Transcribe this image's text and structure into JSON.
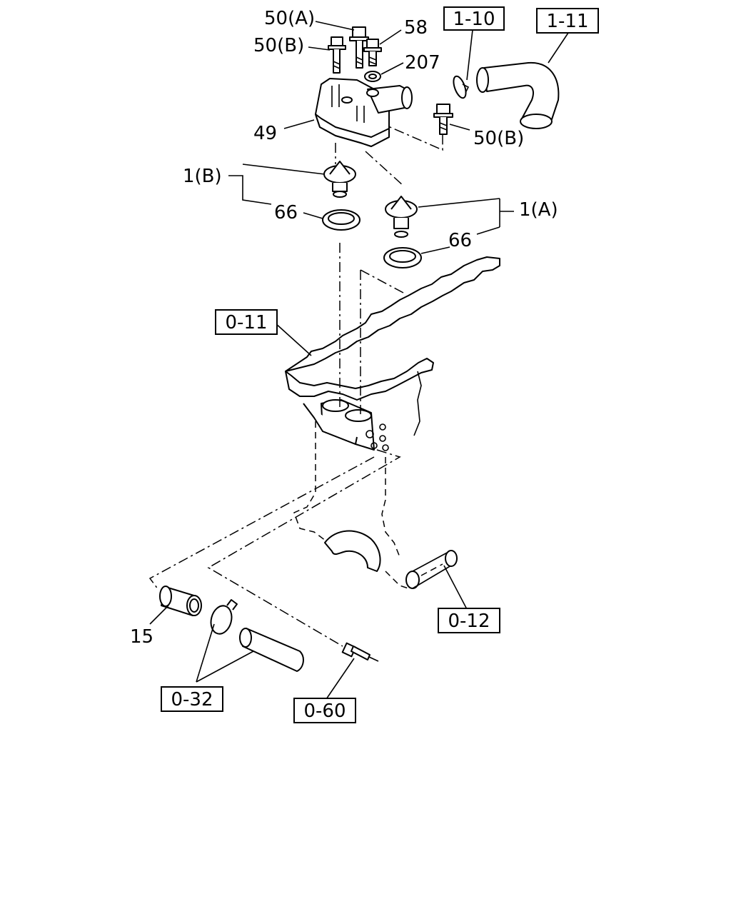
{
  "callouts": {
    "bolt_50a": "50(A)",
    "bolt_50b_left": "50(B)",
    "bolt_58": "58",
    "washer_207": "207",
    "housing_49": "49",
    "bolt_50b_right": "50(B)",
    "thermostat_1b": "1(B)",
    "gasket_66_left": "66",
    "thermostat_1a": "1(A)",
    "gasket_66_right": "66",
    "hose_15": "15"
  },
  "reference_boxes": {
    "ref_1_10": "1-10",
    "ref_1_11": "1-11",
    "ref_0_11": "0-11",
    "ref_0_12": "0-12",
    "ref_0_32": "0-32",
    "ref_0_60": "0-60"
  }
}
